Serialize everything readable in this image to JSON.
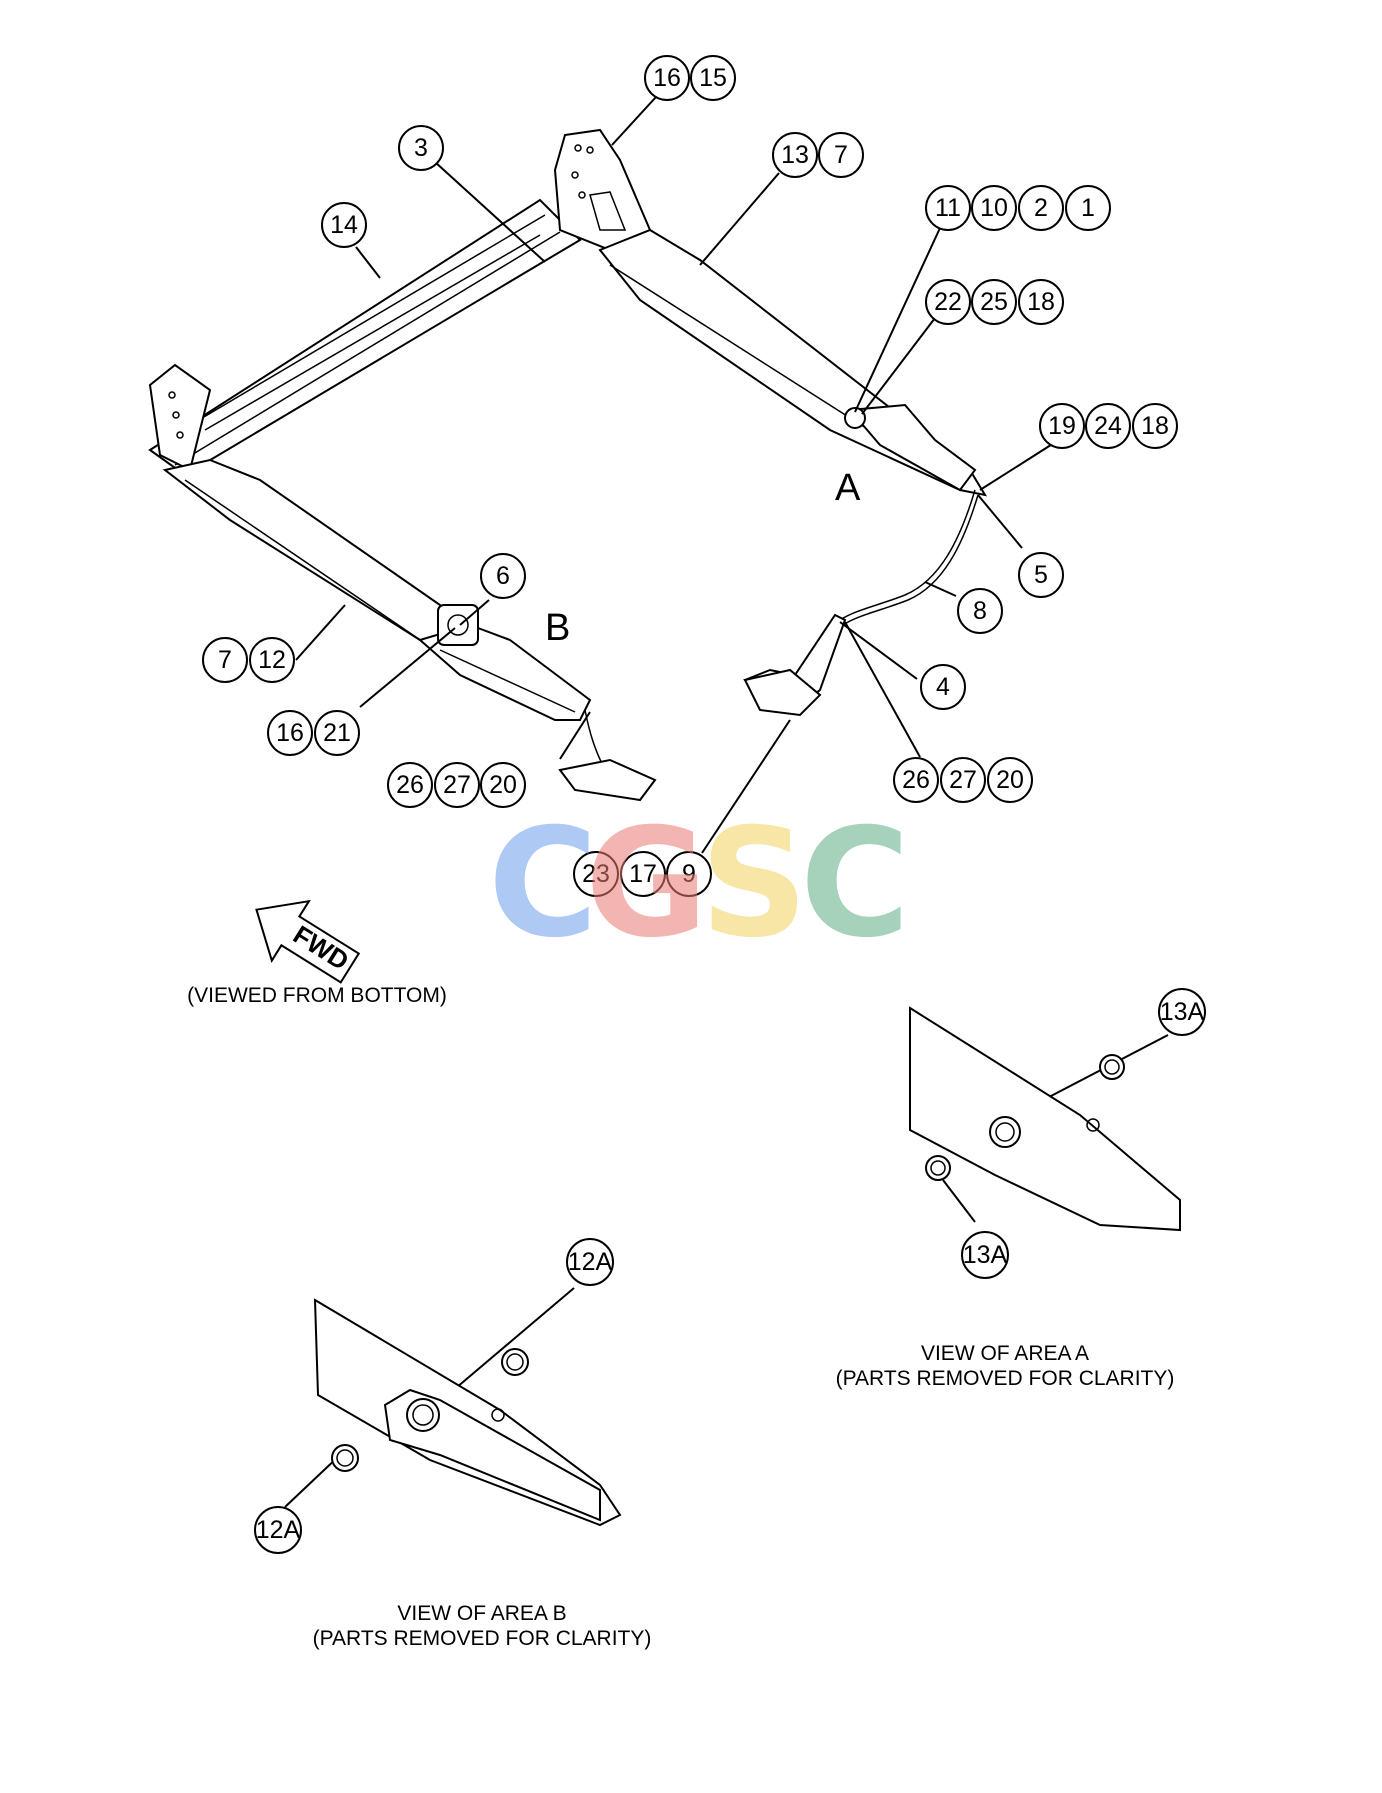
{
  "callouts": {
    "top_pair": [
      "16",
      "15"
    ],
    "three": "3",
    "right_pair": [
      "13",
      "7"
    ],
    "fourteen": "14",
    "row_11": [
      "11",
      "10",
      "2",
      "1"
    ],
    "row_22": [
      "22",
      "25",
      "18"
    ],
    "row_19": [
      "19",
      "24",
      "18"
    ],
    "five": "5",
    "eight": "8",
    "six": "6",
    "left_pair": [
      "7",
      "12"
    ],
    "four": "4",
    "lower_pair": [
      "16",
      "21"
    ],
    "row_26_left": [
      "26",
      "27",
      "20"
    ],
    "row_26_right": [
      "26",
      "27",
      "20"
    ],
    "row_23": [
      "23",
      "17",
      "9"
    ],
    "view_a_top": "13A",
    "view_a_bottom": "13A",
    "view_b_top": "12A",
    "view_b_bottom": "12A"
  },
  "area_labels": {
    "a": "A",
    "b": "B"
  },
  "fwd_label": "FWD",
  "viewed_from": "(VIEWED FROM BOTTOM)",
  "view_a": {
    "line1": "VIEW OF AREA A",
    "line2": "(PARTS REMOVED FOR CLARITY)"
  },
  "view_b": {
    "line1": "VIEW OF AREA B",
    "line2": "(PARTS REMOVED FOR CLARITY)"
  },
  "watermark": {
    "letters": [
      "C",
      "G",
      "S",
      "C"
    ],
    "colors": [
      "#6d9eeb",
      "#ea7a72",
      "#f4d35e",
      "#5fae85"
    ]
  }
}
